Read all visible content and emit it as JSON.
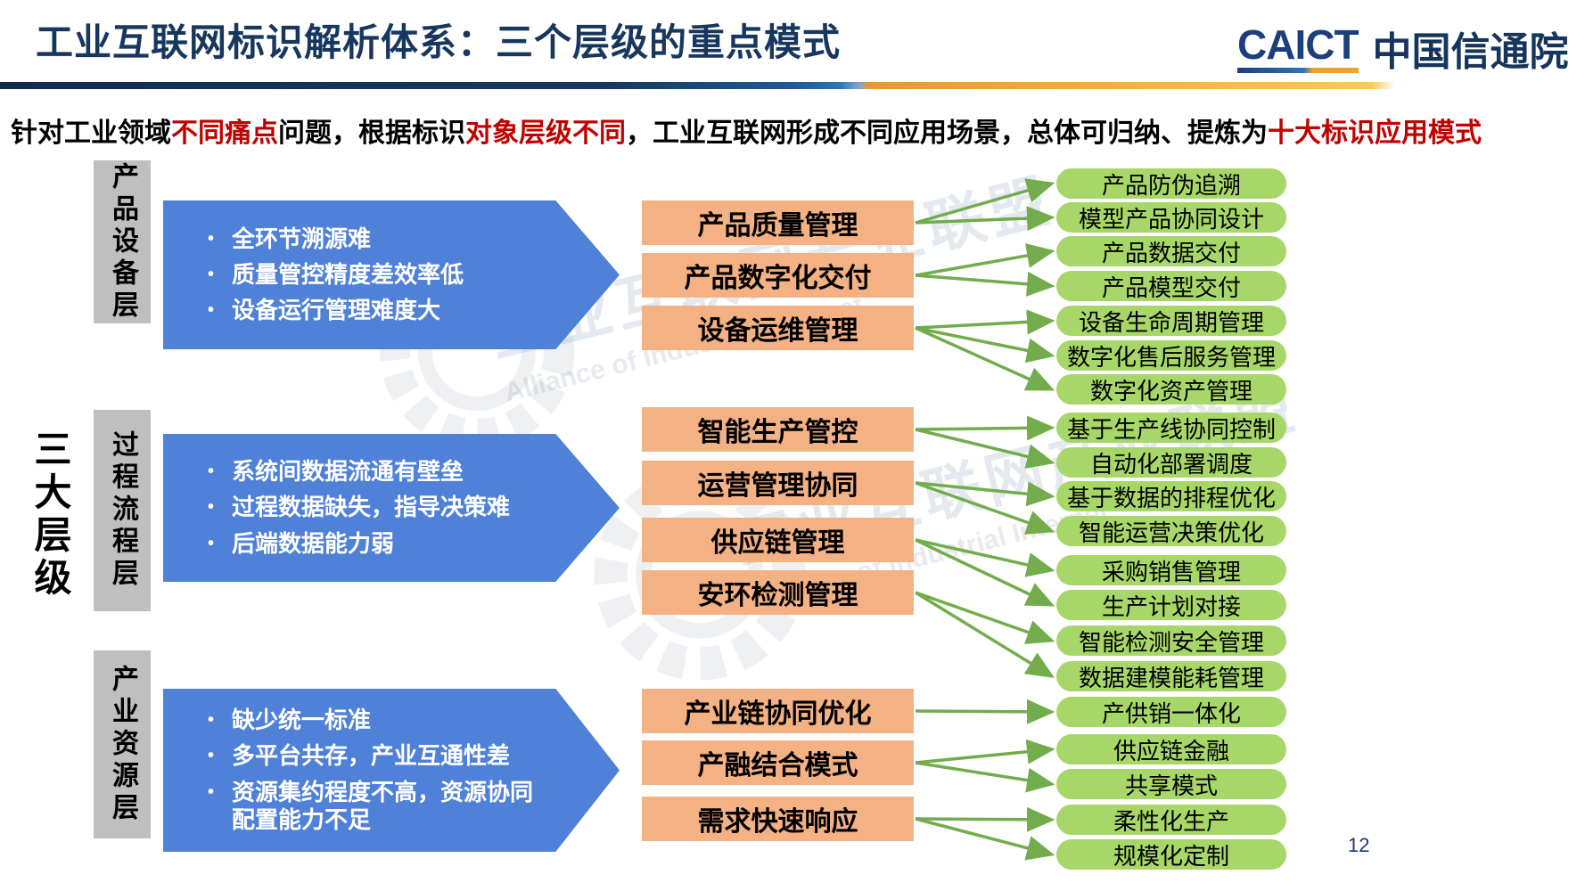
{
  "header": {
    "title": "工业互联网标识解析体系：三个层级的重点模式",
    "logo_caict": "CAICT",
    "logo_org": "中国信通院"
  },
  "intro_segments": [
    {
      "text": "针对工业领域",
      "red": false
    },
    {
      "text": "不同痛点",
      "red": true
    },
    {
      "text": "问题，根据标识",
      "red": false
    },
    {
      "text": "对象层级不同",
      "red": true
    },
    {
      "text": "，工业互联网形成不同应用场景，总体可归纳、提炼为",
      "red": false
    },
    {
      "text": "十大标识应用模式",
      "red": true
    }
  ],
  "left_axis": {
    "label": "三大层级"
  },
  "layers": [
    {
      "name": "产品设备层",
      "pain_points": [
        "全环节溯源难",
        "质量管控精度差效率低",
        "设备运行管理难度大"
      ],
      "models": [
        {
          "label": "产品质量管理",
          "applications": [
            "产品防伪追溯",
            "模型产品协同设计"
          ]
        },
        {
          "label": "产品数字化交付",
          "applications": [
            "产品数据交付",
            "产品模型交付"
          ]
        },
        {
          "label": "设备运维管理",
          "applications": [
            "设备生命周期管理",
            "数字化售后服务管理",
            "数字化资产管理"
          ]
        }
      ]
    },
    {
      "name": "过程流程层",
      "pain_points": [
        "系统间数据流通有壁垒",
        "过程数据缺失，指导决策难",
        "后端数据能力弱"
      ],
      "models": [
        {
          "label": "智能生产管控",
          "applications": [
            "基于生产线协同控制",
            "自动化部署调度"
          ]
        },
        {
          "label": "运营管理协同",
          "applications": [
            "基于数据的排程优化",
            "智能运营决策优化"
          ]
        },
        {
          "label": "供应链管理",
          "applications": [
            "采购销售管理",
            "生产计划对接"
          ]
        },
        {
          "label": "安环检测管理",
          "applications": [
            "智能检测安全管理",
            "数据建模能耗管理"
          ]
        }
      ]
    },
    {
      "name": "产业资源层",
      "pain_points": [
        "缺少统一标准",
        "多平台共存，产业互通性差",
        "资源集约程度不高，资源协同配置能力不足"
      ],
      "models": [
        {
          "label": "产业链协同优化",
          "applications": [
            "产供销一体化"
          ]
        },
        {
          "label": "产融结合模式",
          "applications": [
            "供应链金融",
            "共享模式"
          ]
        },
        {
          "label": "需求快速响应",
          "applications": [
            "柔性化生产",
            "规模化定制"
          ]
        }
      ]
    }
  ],
  "watermark": {
    "text": "工业互联网产业联盟",
    "subtext": "Alliance of Industrial Internet"
  },
  "footer": {
    "page_number": "12"
  },
  "colors": {
    "title_navy": "#17375E",
    "highlight_red": "#C00000",
    "layer_gray": "#BFBFBF",
    "arrow_blue": "#4F81D8",
    "model_orange": "#F4B183",
    "app_green": "#A7D768",
    "connector_green": "#72AC4C",
    "logo_orange": "#F0A030"
  }
}
